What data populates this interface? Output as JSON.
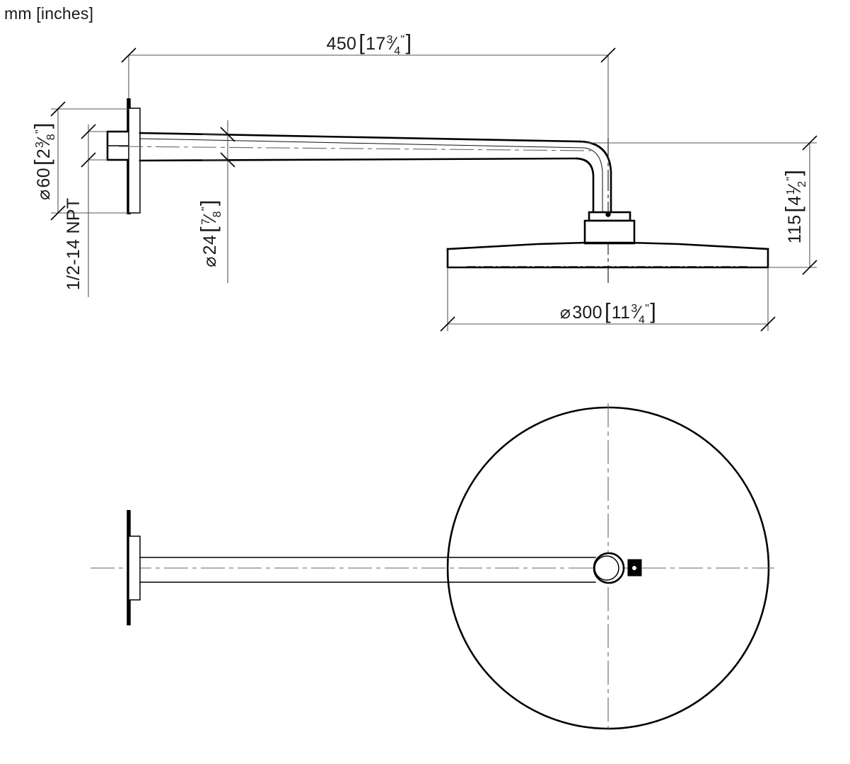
{
  "header": {
    "units_label": "mm [inches]"
  },
  "drawing": {
    "title": "Wall-mounted rain shower head with arm — dimensioned engineering drawing",
    "views": [
      {
        "name": "side-elevation-view",
        "label": ""
      },
      {
        "name": "plan-bottom-view",
        "label": ""
      }
    ],
    "line_color": "#000000",
    "dim_color": "#555555",
    "background": "#ffffff"
  },
  "dimensions": {
    "arm_projection": {
      "name": "arm-projection-dimension",
      "mm": "450",
      "open_bracket": "[",
      "inch_whole": "17",
      "inch_num": "3",
      "inch_den": "4",
      "inch_quote": "\"",
      "close_bracket": "]",
      "full": "450 [17 3/4\"]"
    },
    "flange_diameter": {
      "name": "flange-diameter-dimension",
      "symbol": "⌀",
      "mm": "60",
      "open_bracket": "[",
      "inch_whole": "2",
      "inch_num": "3",
      "inch_den": "8",
      "inch_quote": "\"",
      "close_bracket": "]",
      "full": "⌀ 60 [2 3/8\"]"
    },
    "thread_spec": {
      "name": "npt-thread-callout",
      "text": "1/2-14 NPT"
    },
    "arm_diameter": {
      "name": "arm-diameter-dimension",
      "symbol": "⌀",
      "mm": "24",
      "open_bracket": "[",
      "inch_whole": "",
      "inch_num": "7",
      "inch_den": "8",
      "inch_quote": "\"",
      "close_bracket": "]",
      "full": "⌀ 24 [7/8\"]"
    },
    "drop_height": {
      "name": "drop-height-dimension",
      "mm": "115",
      "open_bracket": "[",
      "inch_whole": "4",
      "inch_num": "1",
      "inch_den": "2",
      "inch_quote": "\"",
      "close_bracket": "]",
      "full": "115 [4 1/2\"]"
    },
    "head_diameter": {
      "name": "head-diameter-dimension",
      "symbol": "⌀",
      "mm": "300",
      "open_bracket": "[",
      "inch_whole": "11",
      "inch_num": "3",
      "inch_den": "4",
      "inch_quote": "\"",
      "close_bracket": "]",
      "full": "⌀ 300 [11 3/4\"]"
    }
  }
}
